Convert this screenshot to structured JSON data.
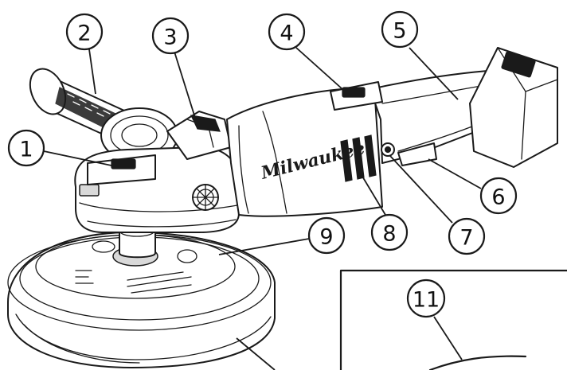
{
  "diagram": {
    "callouts": [
      {
        "id": "1",
        "label": "1"
      },
      {
        "id": "2",
        "label": "2"
      },
      {
        "id": "3",
        "label": "3"
      },
      {
        "id": "4",
        "label": "4"
      },
      {
        "id": "5",
        "label": "5"
      },
      {
        "id": "6",
        "label": "6"
      },
      {
        "id": "7",
        "label": "7"
      },
      {
        "id": "8",
        "label": "8"
      },
      {
        "id": "9",
        "label": "9"
      },
      {
        "id": "11",
        "label": "11"
      }
    ],
    "brand_logo_text": "Milwaukee",
    "colors": {
      "ink": "#1a1a1a",
      "background": "#ffffff",
      "shade": "#d9d9d9"
    }
  }
}
